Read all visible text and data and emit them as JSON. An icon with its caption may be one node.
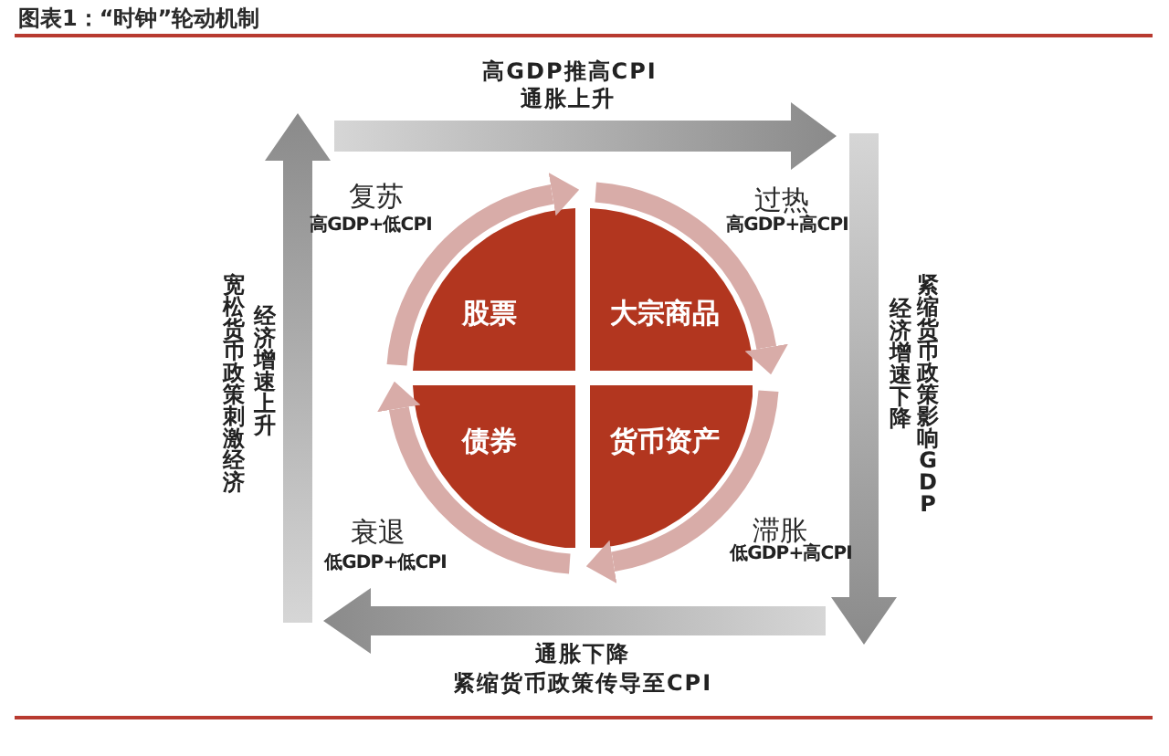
{
  "diagram": {
    "title": "图表1：“时钟”轮动机制",
    "nodes": [
      {
        "text": [
          "股票"
        ],
        "beside": [
          "复苏",
          "高GDP+低CPI"
        ]
      },
      {
        "text": [
          "大宗商品"
        ],
        "beside": [
          "过热",
          "高GDP+高CPI"
        ]
      },
      {
        "text": [
          "债券"
        ],
        "beside": [
          "衰退",
          "低GDP+低CPI"
        ]
      },
      {
        "text": [
          "货币资产"
        ],
        "beside": [
          "滞胀",
          "低GDP+高CPI"
        ]
      }
    ],
    "edges": [
      {
        "from": 0,
        "to": 1,
        "arrow": "to"
      },
      {
        "from": 1,
        "to": 3,
        "arrow": "to"
      },
      {
        "from": 3,
        "to": 2,
        "arrow": "to"
      },
      {
        "from": 2,
        "to": 0,
        "arrow": "to"
      }
    ],
    "labels": [
      "高GDP推高CPI",
      "通胀上升",
      "宽松货币政策刺激经济",
      "经济增速上升",
      "紧缩货币政策影响GDP",
      "经济增速下降",
      "通胀下降",
      "紧缩货币政策传导至CPI"
    ]
  }
}
